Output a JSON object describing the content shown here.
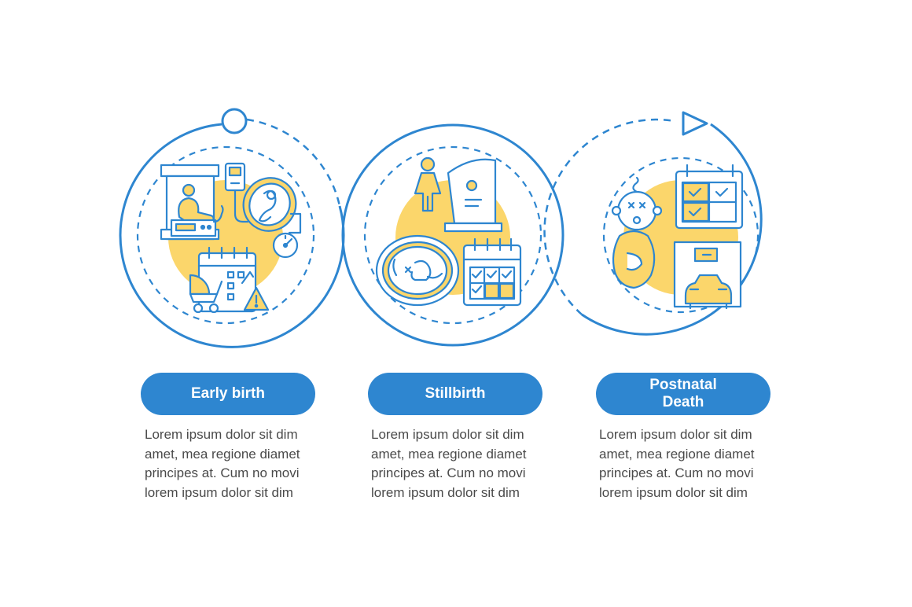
{
  "colors": {
    "accent": "#2e86d0",
    "highlight": "#fbd66b",
    "text": "#4a4a4a",
    "background": "#ffffff"
  },
  "steps": [
    {
      "label": "Early birth",
      "description": "Lorem ipsum dolor sit dim amet, mea regione diamet principes at. Cum no movi lorem ipsum dolor sit dim",
      "icons": [
        "incubator-icon",
        "monitor-icon",
        "fetus-icon",
        "gauge-icon",
        "calendar-icon",
        "stroller-icon",
        "warning-icon"
      ]
    },
    {
      "label": "Stillbirth",
      "description": "Lorem ipsum dolor sit dim amet, mea regione diamet principes at. Cum no movi lorem ipsum dolor sit dim",
      "icons": [
        "woman-icon",
        "gravestone-icon",
        "fetus-xray-icon",
        "calendar-icon"
      ]
    },
    {
      "label": "Postnatal Death",
      "description": "Lorem ipsum dolor sit dim amet, mea regione diamet principes at. Cum no movi lorem ipsum dolor sit dim",
      "icons": [
        "baby-icon",
        "calendar-icon",
        "hearse-icon"
      ]
    }
  ]
}
